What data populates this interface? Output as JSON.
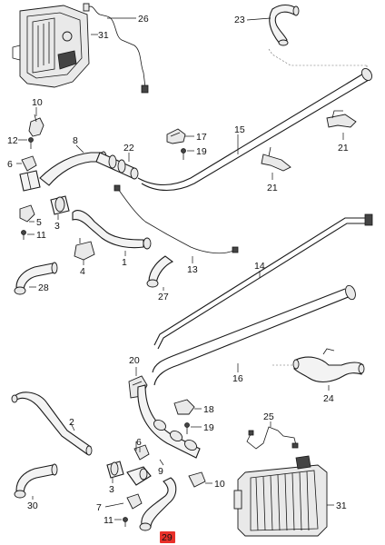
{
  "diagram": {
    "callouts": [
      {
        "id": "c26",
        "text": "26"
      },
      {
        "id": "c31a",
        "text": "31"
      },
      {
        "id": "c23",
        "text": "23"
      },
      {
        "id": "c10a",
        "text": "10"
      },
      {
        "id": "c12a",
        "text": "12"
      },
      {
        "id": "c8",
        "text": "8"
      },
      {
        "id": "c6a",
        "text": "6"
      },
      {
        "id": "c22",
        "text": "22"
      },
      {
        "id": "c17",
        "text": "17"
      },
      {
        "id": "c19a",
        "text": "19"
      },
      {
        "id": "c15",
        "text": "15"
      },
      {
        "id": "c21a",
        "text": "21"
      },
      {
        "id": "c21b",
        "text": "21"
      },
      {
        "id": "c5",
        "text": "5"
      },
      {
        "id": "c3a",
        "text": "3"
      },
      {
        "id": "c11a",
        "text": "11"
      },
      {
        "id": "c4",
        "text": "4"
      },
      {
        "id": "c1",
        "text": "1"
      },
      {
        "id": "c13",
        "text": "13"
      },
      {
        "id": "c14",
        "text": "14"
      },
      {
        "id": "c28",
        "text": "28"
      },
      {
        "id": "c27",
        "text": "27"
      },
      {
        "id": "c20",
        "text": "20"
      },
      {
        "id": "c16",
        "text": "16"
      },
      {
        "id": "c24",
        "text": "24"
      },
      {
        "id": "c18",
        "text": "18"
      },
      {
        "id": "c19b",
        "text": "19"
      },
      {
        "id": "c2",
        "text": "2"
      },
      {
        "id": "c25",
        "text": "25"
      },
      {
        "id": "c6b",
        "text": "6"
      },
      {
        "id": "c9",
        "text": "9"
      },
      {
        "id": "c10b",
        "text": "10"
      },
      {
        "id": "c3b",
        "text": "3"
      },
      {
        "id": "c30",
        "text": "30"
      },
      {
        "id": "c7",
        "text": "7"
      },
      {
        "id": "c11b",
        "text": "11"
      },
      {
        "id": "c31b",
        "text": "31"
      },
      {
        "id": "c29",
        "text": "29"
      }
    ],
    "highlight_color": "#e8312a"
  }
}
